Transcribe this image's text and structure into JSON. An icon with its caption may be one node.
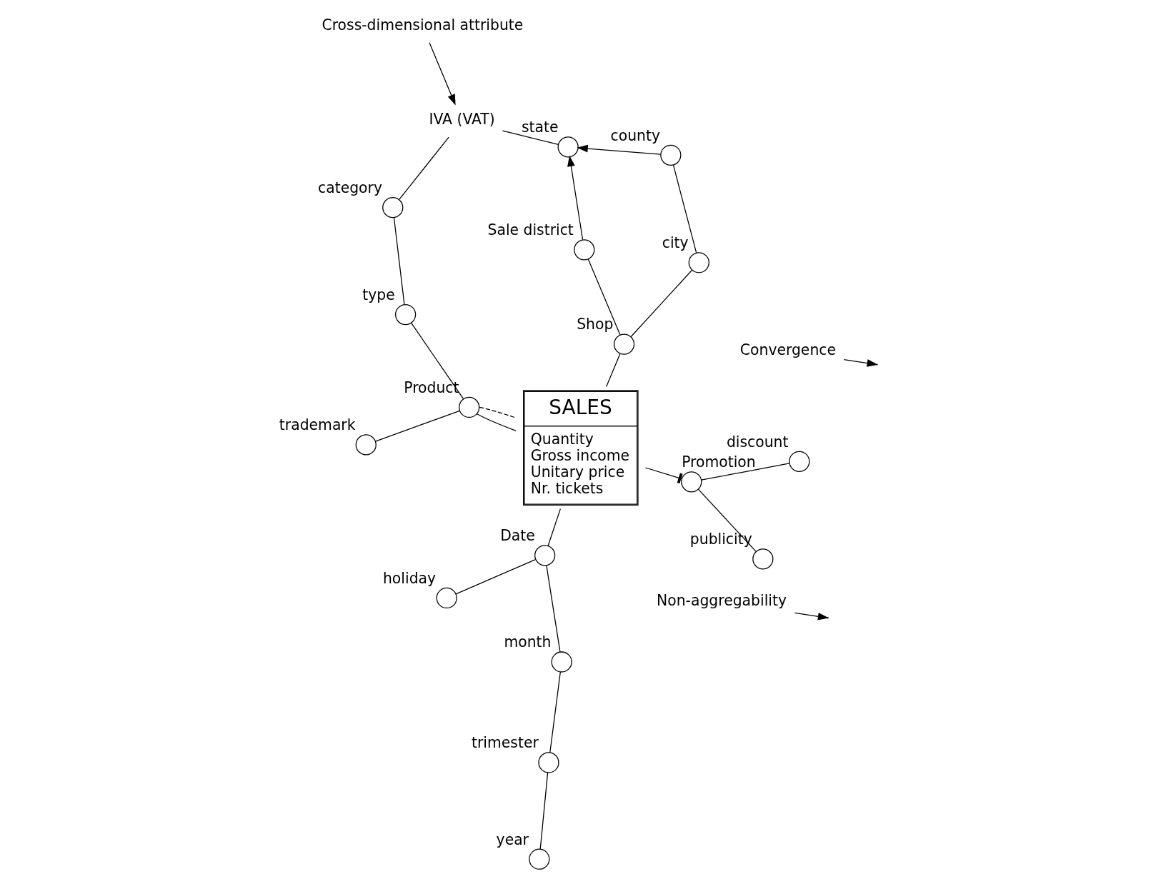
{
  "diagram": {
    "nodes": [
      {
        "text": [
          "SALES",
          "Quantity",
          "Gross income",
          "Unitary price",
          "Nr. tickets"
        ]
      },
      {
        "text": [],
        "shape": "circle",
        "beside": [
          "Product"
        ]
      },
      {
        "text": [],
        "shape": "circle",
        "beside": [
          "type"
        ]
      },
      {
        "text": [],
        "shape": "circle",
        "beside": [
          "category"
        ]
      },
      {
        "text": [],
        "shape": "circle",
        "beside": [
          "trademark"
        ]
      },
      {
        "text": [],
        "shape": "circle",
        "beside": [
          "Date"
        ]
      },
      {
        "text": [],
        "shape": "circle",
        "beside": [
          "holiday"
        ]
      },
      {
        "text": [],
        "shape": "circle",
        "beside": [
          "month"
        ]
      },
      {
        "text": [],
        "shape": "circle",
        "beside": [
          "trimester"
        ]
      },
      {
        "text": [],
        "shape": "circle",
        "beside": [
          "year"
        ]
      },
      {
        "text": [],
        "shape": "circle",
        "beside": [
          "Shop"
        ]
      },
      {
        "text": [],
        "shape": "circle",
        "beside": [
          "Sale district"
        ]
      },
      {
        "text": [],
        "shape": "circle",
        "beside": [
          "city"
        ]
      },
      {
        "text": [],
        "shape": "circle",
        "beside": [
          "county"
        ]
      },
      {
        "text": [],
        "shape": "circle",
        "beside": [
          "state"
        ]
      },
      {
        "text": [],
        "shape": "circle",
        "beside": [
          "Promotion"
        ]
      },
      {
        "text": [],
        "shape": "circle",
        "beside": [
          "discount"
        ]
      },
      {
        "text": [],
        "shape": "circle",
        "beside": [
          "publicity"
        ]
      },
      {
        "text": [
          "IVA (VAT)"
        ]
      },
      {
        "text": [
          "Cross-dimensional attribute"
        ]
      },
      {
        "text": [
          "Non-aggregability"
        ]
      },
      {
        "text": [
          "Convergence"
        ]
      }
    ],
    "edges": [
      {
        "from": 0,
        "to": 1,
        "arrow": "none"
      },
      {
        "from": 1,
        "to": 2,
        "arrow": "none"
      },
      {
        "from": 2,
        "to": 3,
        "arrow": "none"
      },
      {
        "from": 1,
        "to": 4,
        "arrow": "none"
      },
      {
        "from": 3,
        "to": 18,
        "arrow": "none"
      },
      {
        "from": 14,
        "to": 18,
        "arrow": "none"
      },
      {
        "from": 0,
        "to": 5,
        "arrow": "none"
      },
      {
        "from": 5,
        "to": 6,
        "arrow": "none"
      },
      {
        "from": 5,
        "to": 7,
        "arrow": "none"
      },
      {
        "from": 7,
        "to": 8,
        "arrow": "none"
      },
      {
        "from": 8,
        "to": 9,
        "arrow": "none"
      },
      {
        "from": 0,
        "to": 10,
        "arrow": "none"
      },
      {
        "from": 10,
        "to": 11,
        "arrow": "none"
      },
      {
        "from": 11,
        "to": 14,
        "arrow": "to"
      },
      {
        "from": 10,
        "to": 12,
        "arrow": "none"
      },
      {
        "from": 12,
        "to": 13,
        "arrow": "none"
      },
      {
        "from": 13,
        "to": 14,
        "arrow": "to"
      },
      {
        "from": 0,
        "to": 15,
        "arrow": "other"
      },
      {
        "from": 15,
        "to": 16,
        "arrow": "none"
      },
      {
        "from": 15,
        "to": 17,
        "arrow": "none"
      },
      {
        "from": 1,
        "to": 0,
        "arrow": "none",
        "style": "dashed"
      },
      {
        "from": 19,
        "to": 18,
        "arrow": "to"
      },
      {
        "from": 20,
        "to": null,
        "arrow": "to"
      },
      {
        "from": 21,
        "to": null,
        "arrow": "to"
      }
    ]
  }
}
